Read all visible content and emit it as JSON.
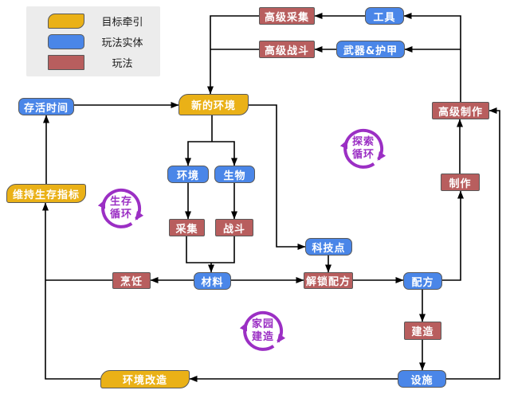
{
  "colors": {
    "goal_fill": "#EAB117",
    "entity_fill": "#4A86E8",
    "play_fill": "#B85E5E",
    "box_border": "#595959",
    "loop": "#9B2FC4",
    "edge": "#000000",
    "legend_bg": "#ECECEC"
  },
  "legend": {
    "items": [
      {
        "type": "goal",
        "label": "目标牵引"
      },
      {
        "type": "entity",
        "label": "玩法实体"
      },
      {
        "type": "play",
        "label": "玩法"
      }
    ]
  },
  "nodes": {
    "survival_time": "存活时间",
    "new_environment": "新的环境",
    "advanced_gathering": "高级采集",
    "tools": "工具",
    "advanced_combat": "高级战斗",
    "weapons_armor": "武器&护甲",
    "advanced_crafting": "高级制作",
    "maintain_survival": "维持生存指标",
    "environment": "环境",
    "creatures": "生物",
    "gathering": "采集",
    "combat": "战斗",
    "crafting": "制作",
    "tech_points": "科技点",
    "cooking": "烹饪",
    "materials": "材料",
    "unlock_recipes": "解锁配方",
    "recipes": "配方",
    "building": "建造",
    "facilities": "设施",
    "env_modification": "环境改造"
  },
  "loops": {
    "survival": {
      "line1": "生存",
      "line2": "循环"
    },
    "exploration": {
      "line1": "探索",
      "line2": "循环"
    },
    "home": {
      "line1": "家园",
      "line2": "建造"
    }
  }
}
